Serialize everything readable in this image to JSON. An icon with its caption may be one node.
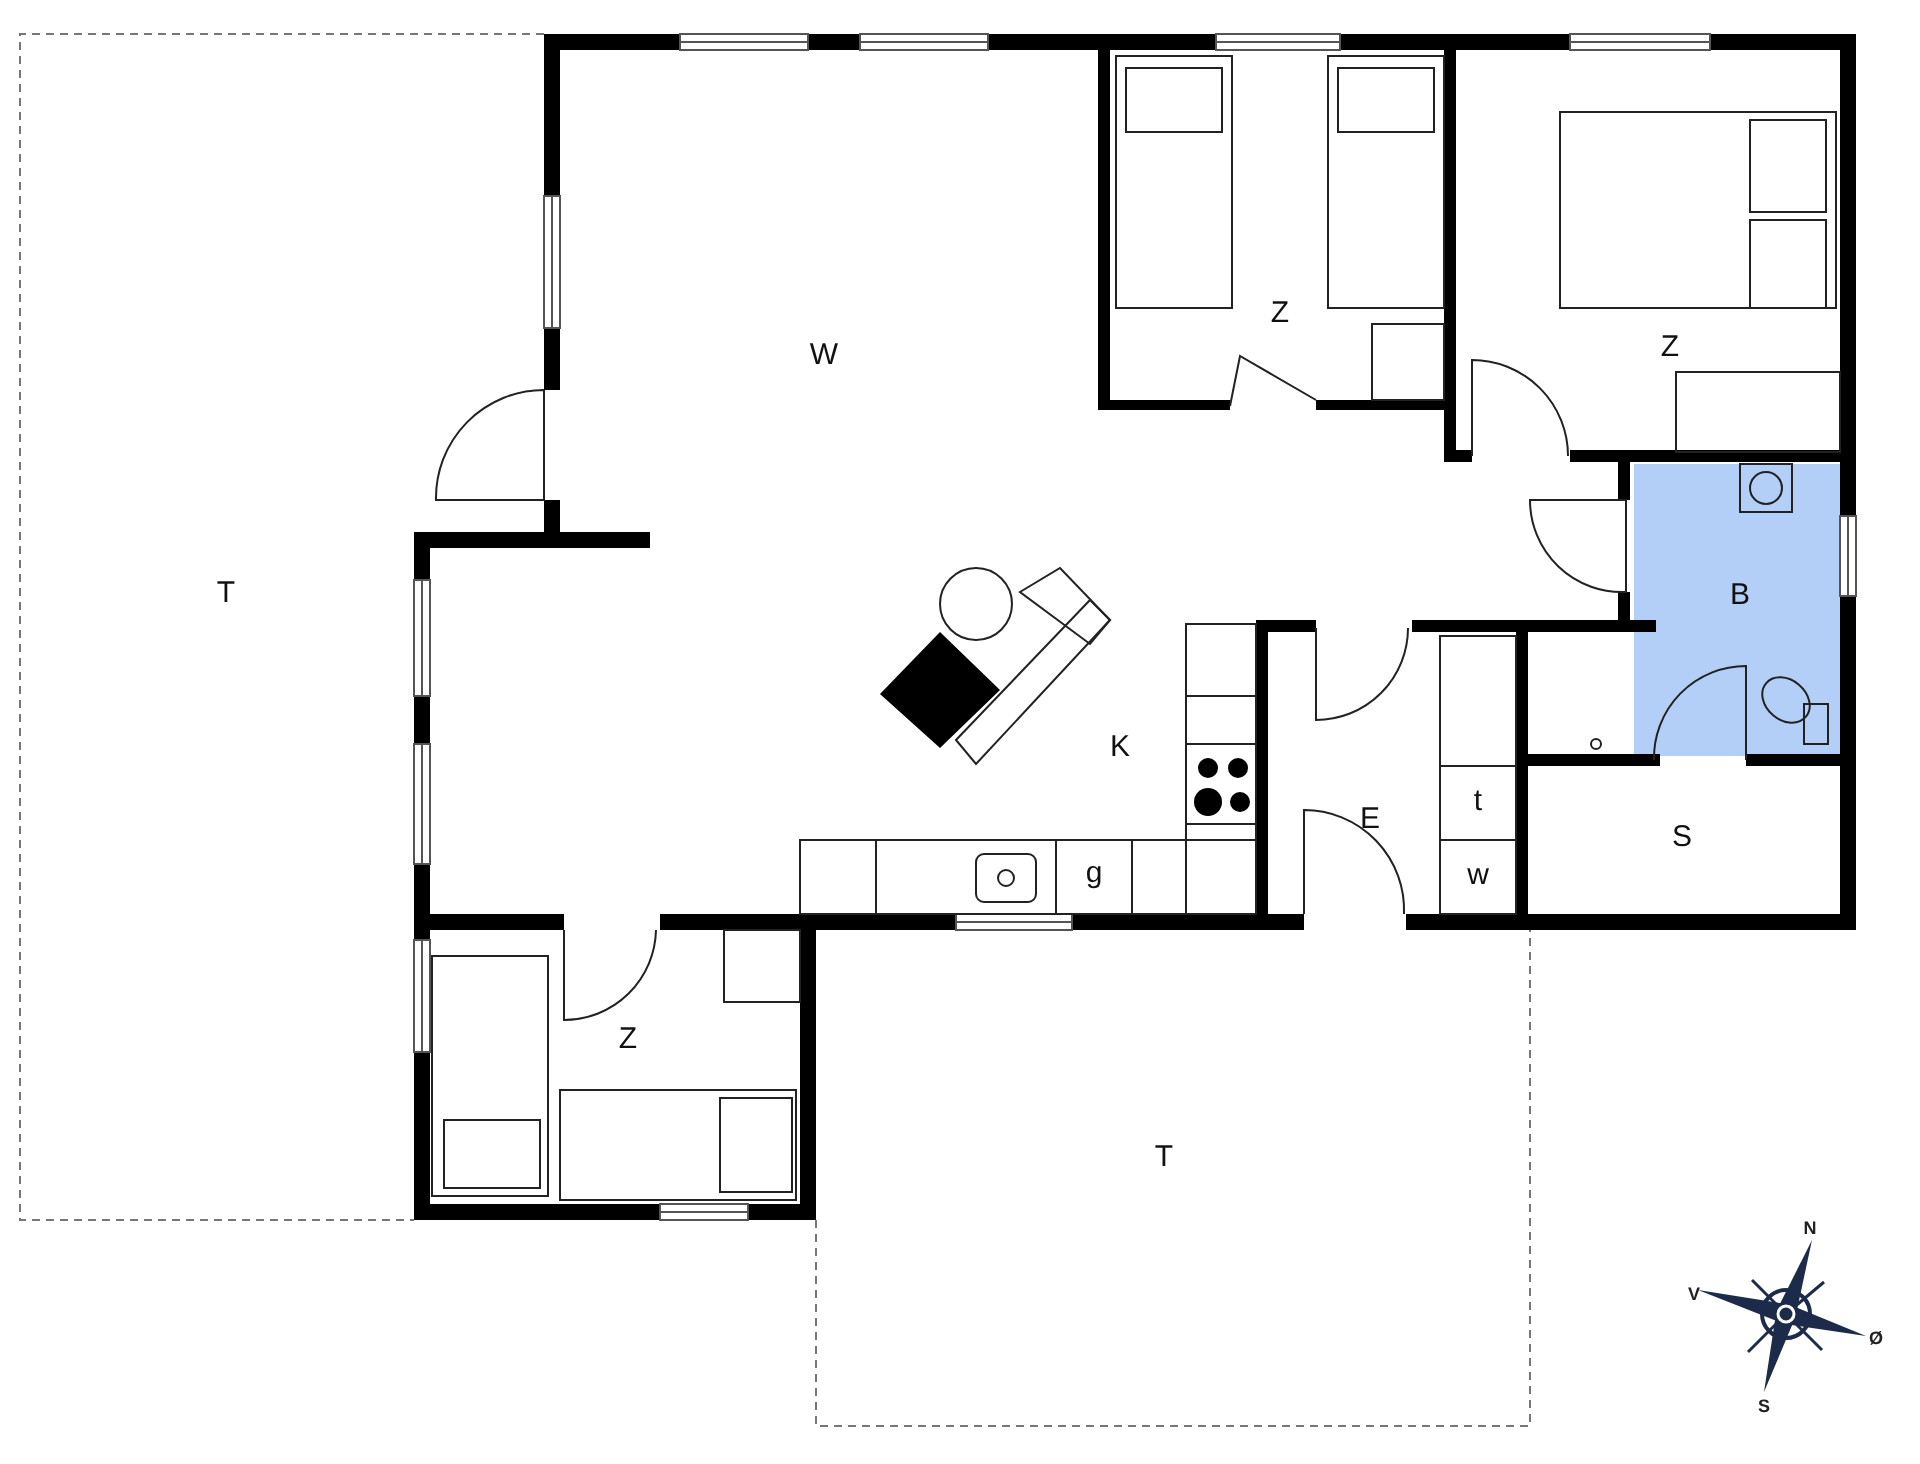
{
  "diagram": {
    "nodes": [
      {
        "text": [
          "T"
        ]
      },
      {
        "text": [
          "W"
        ]
      },
      {
        "text": [
          "Z"
        ]
      },
      {
        "text": [
          "Z"
        ]
      },
      {
        "text": [
          "B"
        ]
      },
      {
        "text": [
          "K"
        ]
      },
      {
        "text": [
          "E"
        ]
      },
      {
        "text": [
          "S"
        ]
      },
      {
        "text": [
          "Z"
        ]
      },
      {
        "text": [
          "T"
        ]
      }
    ],
    "labels": [
      "t",
      "w",
      "g",
      "N",
      "V",
      "Ø",
      "S"
    ]
  }
}
